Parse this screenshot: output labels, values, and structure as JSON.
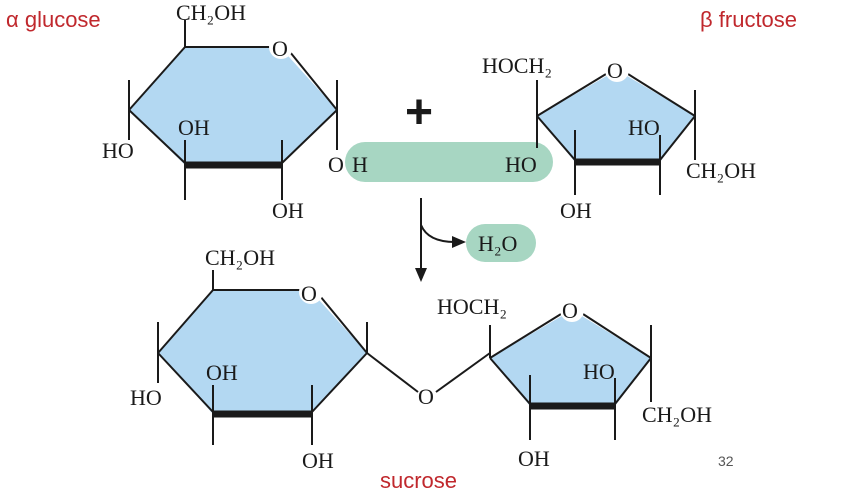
{
  "labels": {
    "alpha_glucose": "α glucose",
    "beta_fructose": "β fructose",
    "sucrose": "sucrose",
    "page_number": "32",
    "plus": "+"
  },
  "glucose_top": {
    "ch2oh": "CH₂OH",
    "ring_o": "O",
    "oh_inner": "OH",
    "ho_left": "HO",
    "oh_bottom": "OH",
    "o_right": "O",
    "h_right": "H"
  },
  "fructose_top": {
    "hoch2": "HOCH₂",
    "ring_o": "O",
    "ho_inner": "HO",
    "ho_left": "HO",
    "ch2oh": "CH₂OH",
    "oh_bottom": "OH"
  },
  "water": {
    "label": "H₂O"
  },
  "sucrose_glucose": {
    "ch2oh": "CH₂OH",
    "ring_o": "O",
    "oh_inner": "OH",
    "ho_left": "HO",
    "oh_bottom": "OH"
  },
  "sucrose_link": {
    "o": "O"
  },
  "sucrose_fructose": {
    "hoch2": "HOCH₂",
    "ring_o": "O",
    "ho_inner": "HO",
    "ch2oh": "CH₂OH",
    "oh_bottom": "OH"
  },
  "colors": {
    "ring_fill": "#b3d8f2",
    "highlight": "#a7d6c2",
    "label_red": "#c0282d"
  }
}
